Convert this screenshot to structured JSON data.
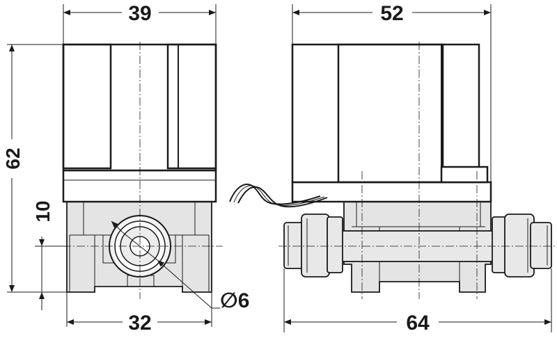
{
  "drawing": {
    "left_view": {
      "width_top": "39",
      "height_total": "62",
      "height_port": "10",
      "width_bottom": "32",
      "port_diameter": "∅6"
    },
    "right_view": {
      "width_top": "52",
      "width_bottom": "64"
    }
  }
}
